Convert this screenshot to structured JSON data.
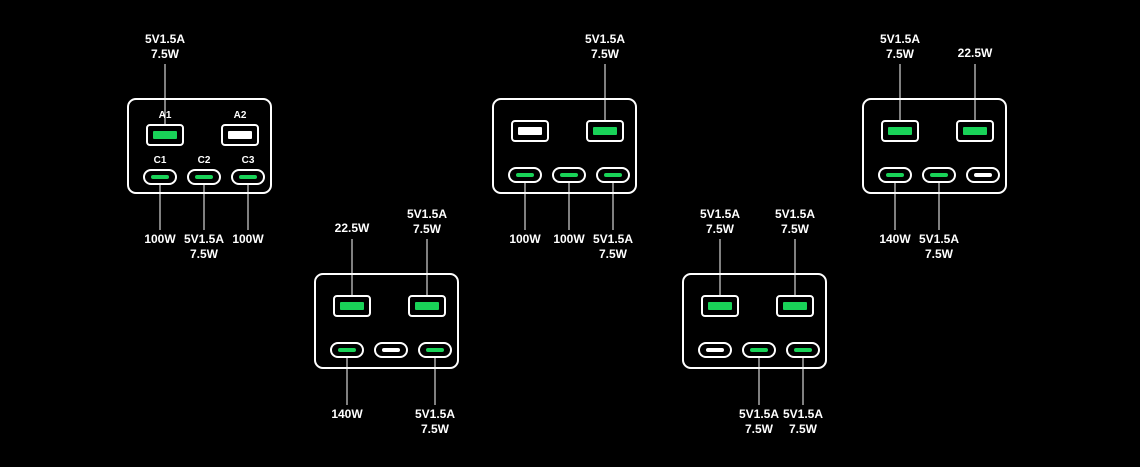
{
  "colors": {
    "background": "#000000",
    "active": "#19d358",
    "idle": "#ffffff",
    "outline": "#ffffff"
  },
  "states": [
    {
      "ports": [
        {
          "name": "A1",
          "type": "usb-a",
          "active": true,
          "label": [
            "5V1.5A",
            "7.5W"
          ]
        },
        {
          "name": "A2",
          "type": "usb-a",
          "active": false,
          "label": []
        },
        {
          "name": "C1",
          "type": "usb-c",
          "active": true,
          "label": [
            "100W"
          ]
        },
        {
          "name": "C2",
          "type": "usb-c",
          "active": true,
          "label": [
            "5V1.5A",
            "7.5W"
          ]
        },
        {
          "name": "C3",
          "type": "usb-c",
          "active": true,
          "label": [
            "100W"
          ]
        }
      ]
    },
    {
      "ports": [
        {
          "name": "",
          "type": "usb-a",
          "active": true,
          "label": [
            "22.5W"
          ]
        },
        {
          "name": "",
          "type": "usb-a",
          "active": true,
          "label": [
            "5V1.5A",
            "7.5W"
          ]
        },
        {
          "name": "",
          "type": "usb-c",
          "active": true,
          "label": [
            "140W"
          ]
        },
        {
          "name": "",
          "type": "usb-c",
          "active": false,
          "label": []
        },
        {
          "name": "",
          "type": "usb-c",
          "active": true,
          "label": [
            "5V1.5A",
            "7.5W"
          ]
        }
      ]
    },
    {
      "ports": [
        {
          "name": "",
          "type": "usb-a",
          "active": false,
          "label": []
        },
        {
          "name": "",
          "type": "usb-a",
          "active": true,
          "label": [
            "5V1.5A",
            "7.5W"
          ]
        },
        {
          "name": "",
          "type": "usb-c",
          "active": true,
          "label": [
            "100W"
          ]
        },
        {
          "name": "",
          "type": "usb-c",
          "active": true,
          "label": [
            "100W"
          ]
        },
        {
          "name": "",
          "type": "usb-c",
          "active": true,
          "label": [
            "5V1.5A",
            "7.5W"
          ]
        }
      ]
    },
    {
      "ports": [
        {
          "name": "",
          "type": "usb-a",
          "active": true,
          "label": [
            "5V1.5A",
            "7.5W"
          ]
        },
        {
          "name": "",
          "type": "usb-a",
          "active": true,
          "label": [
            "5V1.5A",
            "7.5W"
          ]
        },
        {
          "name": "",
          "type": "usb-c",
          "active": false,
          "label": []
        },
        {
          "name": "",
          "type": "usb-c",
          "active": true,
          "label": [
            "5V1.5A",
            "7.5W"
          ]
        },
        {
          "name": "",
          "type": "usb-c",
          "active": true,
          "label": [
            "5V1.5A",
            "7.5W"
          ]
        }
      ]
    },
    {
      "ports": [
        {
          "name": "",
          "type": "usb-a",
          "active": true,
          "label": [
            "5V1.5A",
            "7.5W"
          ]
        },
        {
          "name": "",
          "type": "usb-a",
          "active": true,
          "label": [
            "22.5W"
          ]
        },
        {
          "name": "",
          "type": "usb-c",
          "active": true,
          "label": [
            "140W"
          ]
        },
        {
          "name": "",
          "type": "usb-c",
          "active": true,
          "label": [
            "5V1.5A",
            "7.5W"
          ]
        },
        {
          "name": "",
          "type": "usb-c",
          "active": false,
          "label": []
        }
      ]
    }
  ]
}
